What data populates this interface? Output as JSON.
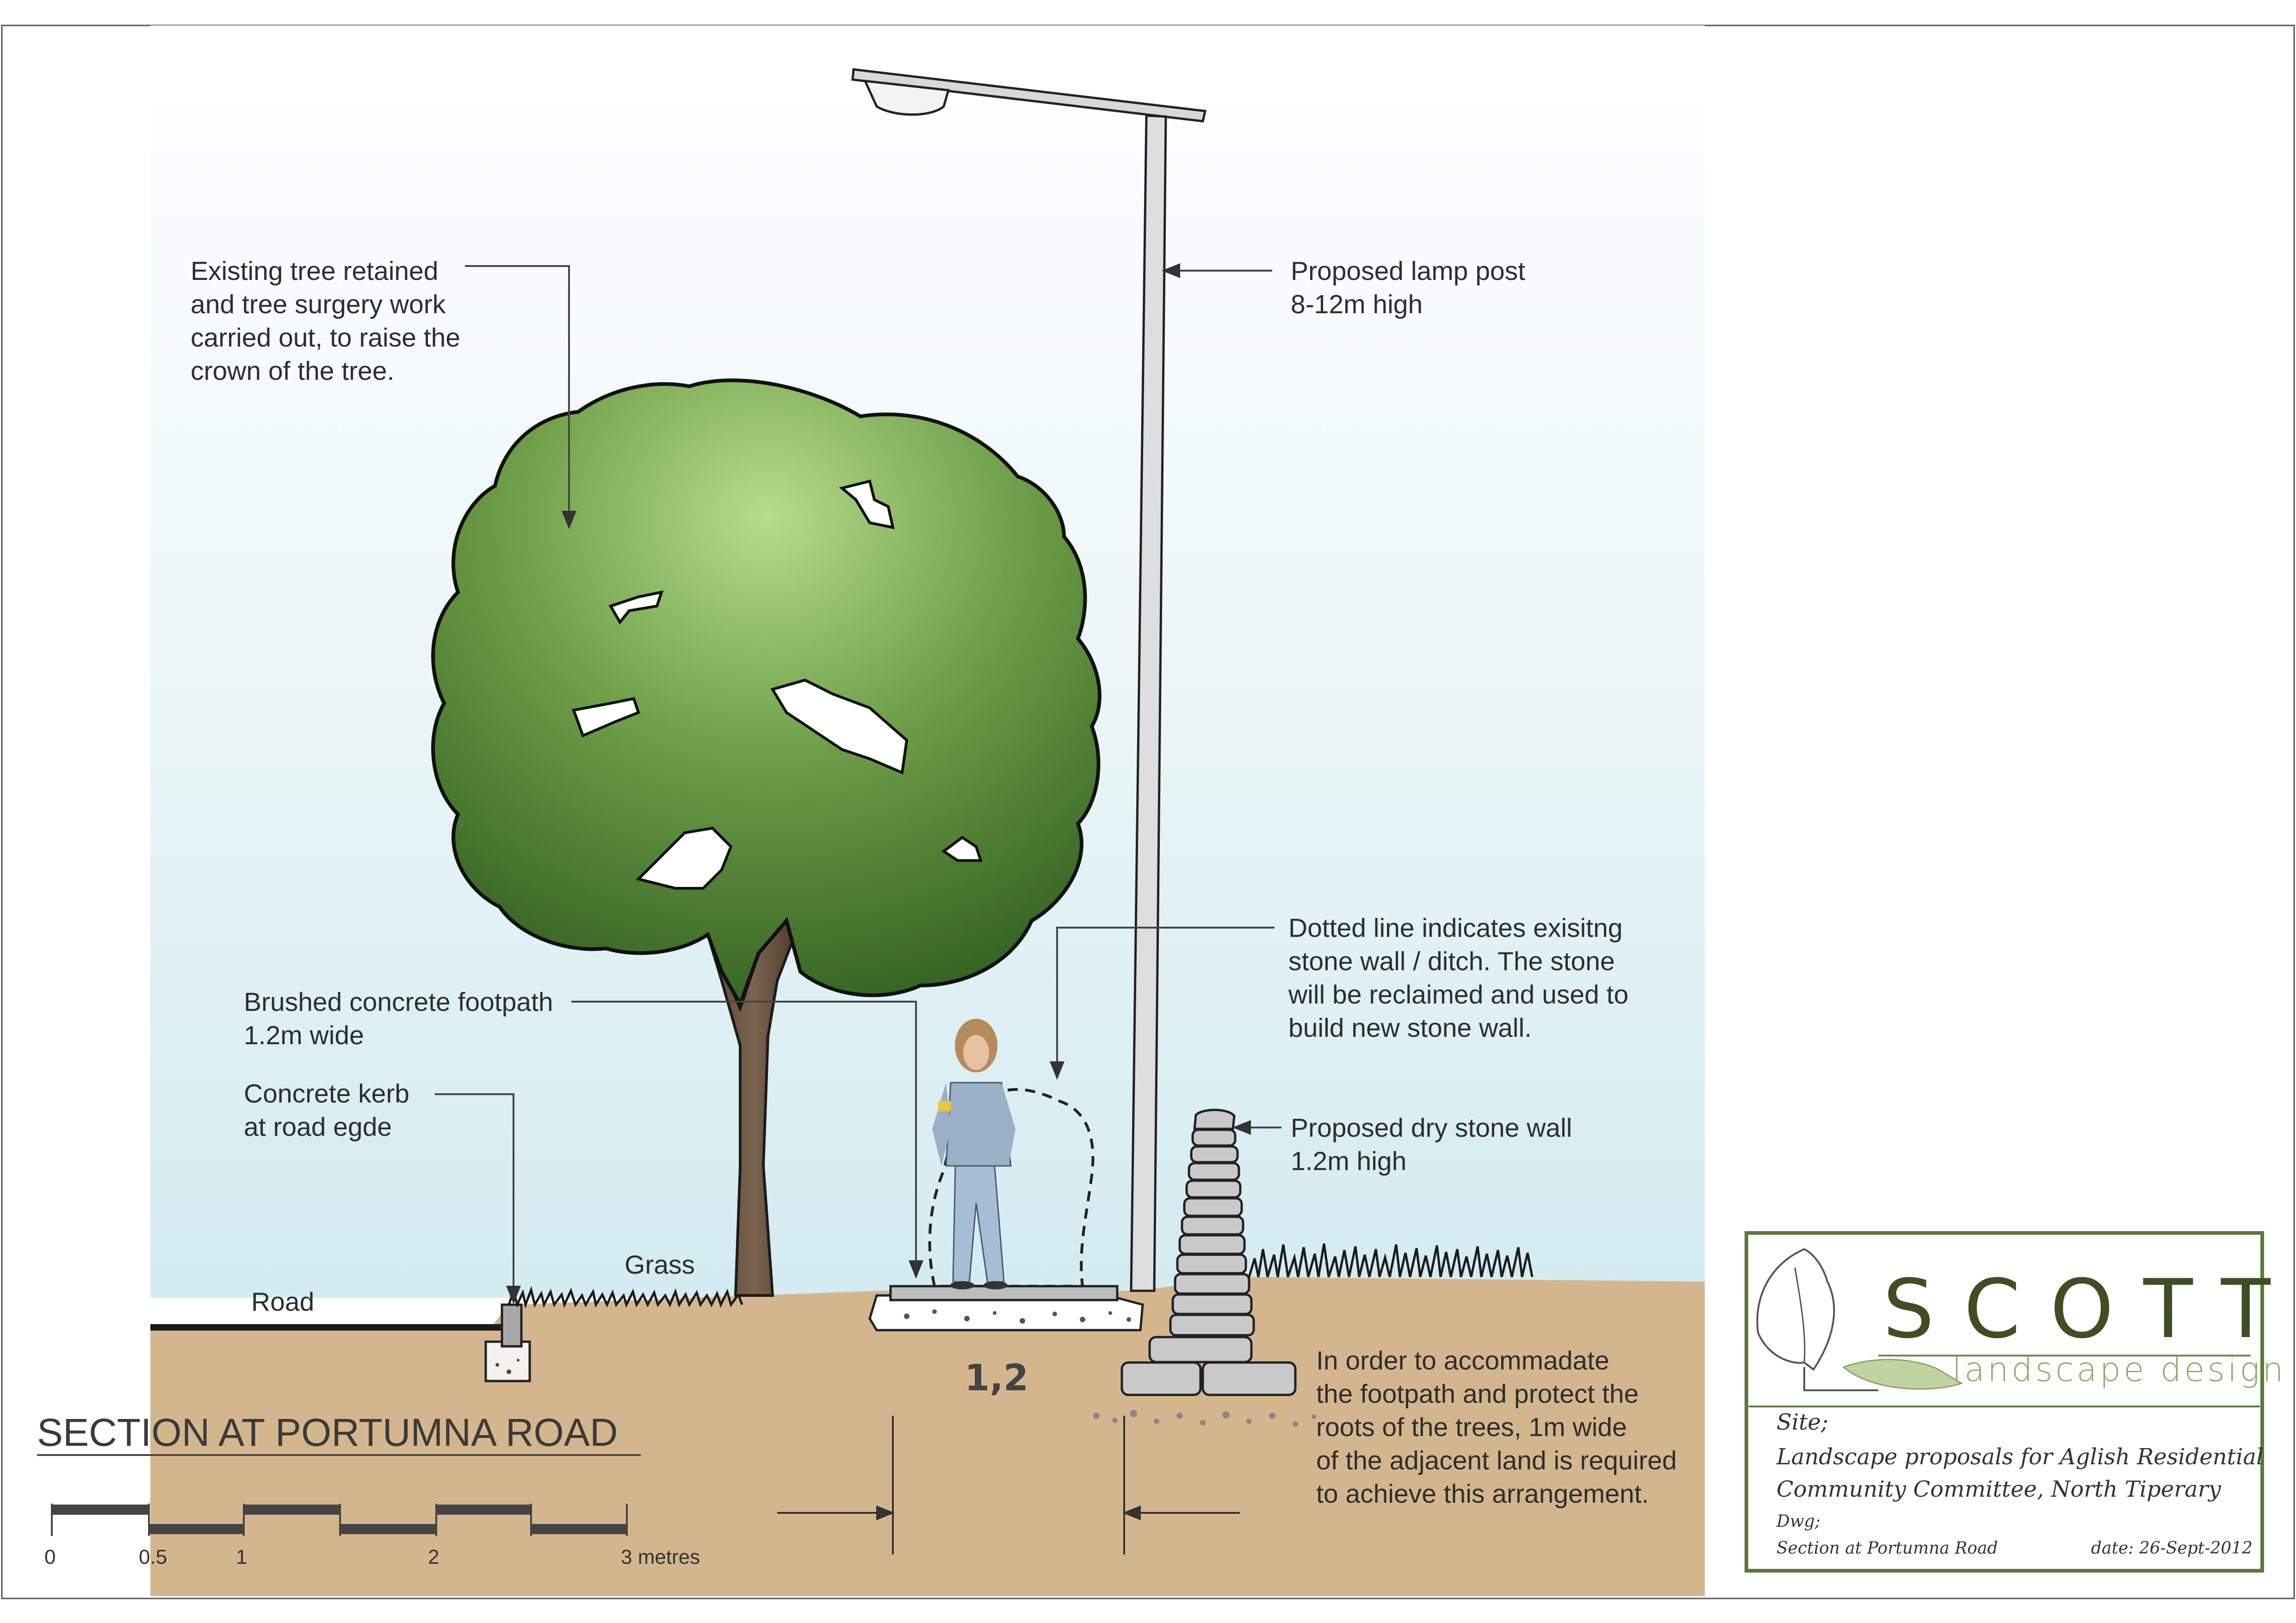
{
  "annotations": {
    "tree_lines": [
      "Existing tree retained",
      "and tree surgery work",
      "carried out, to raise the",
      "crown of the tree."
    ],
    "lamp_lines": [
      "Proposed lamp post",
      "8-12m high"
    ],
    "footpath_lines": [
      "Brushed concrete footpath",
      "1.2m wide"
    ],
    "kerb_lines": [
      "Concrete kerb",
      "at road egde"
    ],
    "dotted_lines": [
      "Dotted line indicates exisitng",
      "stone wall / ditch. The stone",
      "will be reclaimed and used to",
      "build new stone wall."
    ],
    "wall_lines": [
      "Proposed dry stone wall",
      "1.2m high"
    ],
    "land_lines": [
      "In order to accommadate",
      "the footpath and protect the",
      "roots of the trees, 1m wide",
      "of the adjacent land is required",
      "to achieve this arrangement."
    ],
    "grass_label": "Grass",
    "road_label": "Road"
  },
  "dimension_label": "1,2",
  "section_title": "SECTION AT PORTUMNA ROAD",
  "scale_bar": {
    "labels": [
      "0",
      "0.5",
      "1",
      "2",
      "3 metres"
    ]
  },
  "title_block": {
    "logo_main": "SCOTT",
    "logo_sub": "landscape design",
    "site_label": "Site;",
    "site_lines": [
      "Landscape proposals for Aglish Residential",
      "Community Committee, North Tiperary"
    ],
    "dwg_label": "Dwg;",
    "dwg_value": "Section at Portumna Road",
    "date_text": "date: 26-Sept-2012"
  },
  "colors": {
    "sky_top": "#ffffff",
    "sky_bottom": "#d5ecf2",
    "ground": "#d2b48c",
    "tree_light": "#b4d98a",
    "tree_dark": "#3b6e25",
    "logo_green": "#3f4f23",
    "frame_green": "#5a7a3a"
  }
}
